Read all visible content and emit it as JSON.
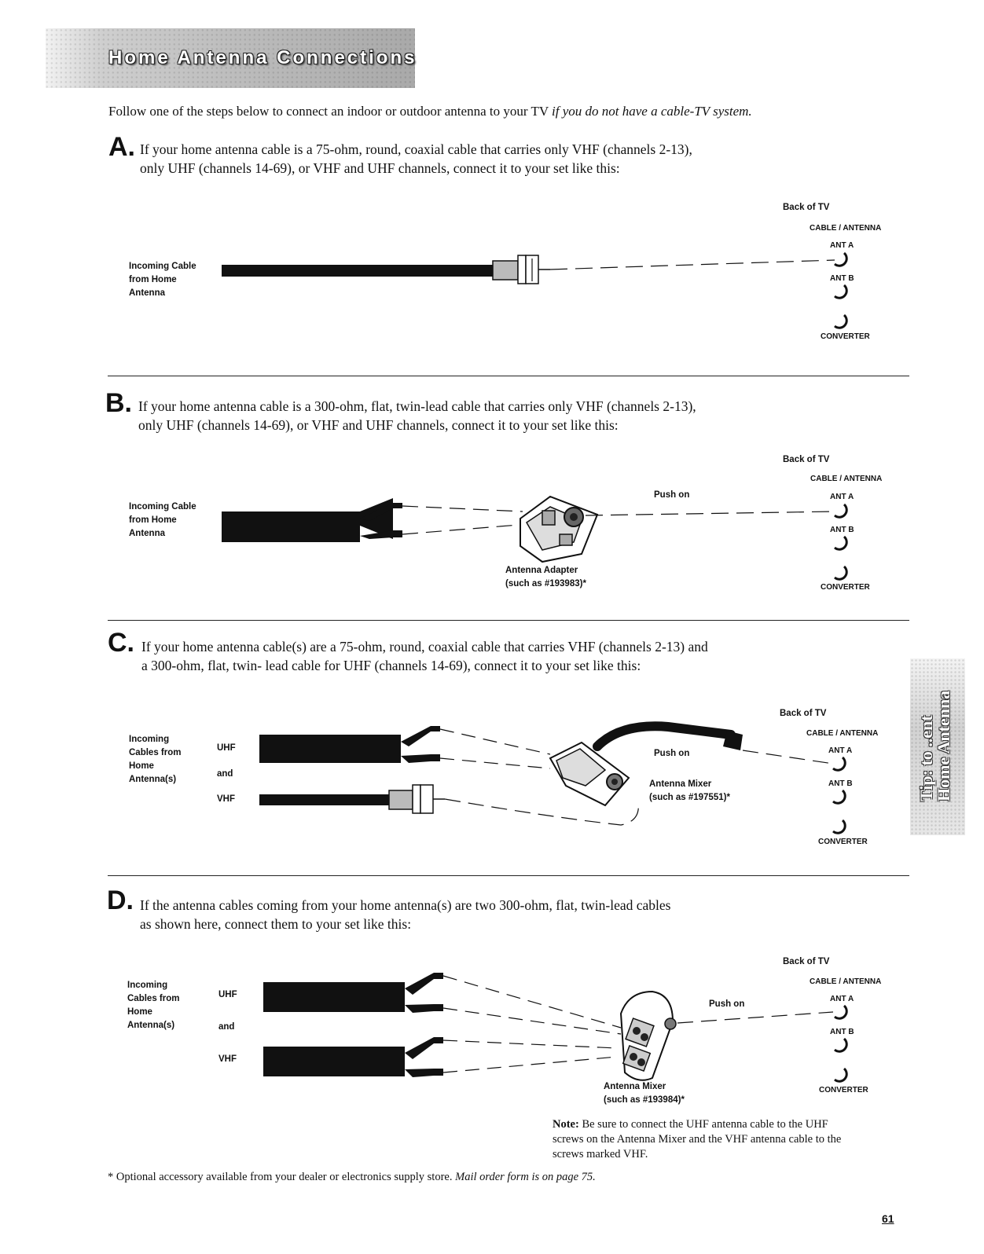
{
  "header": {
    "title": "Home Antenna Connections"
  },
  "intro": {
    "text": "Follow one of the steps below to connect an indoor or outdoor antenna to your TV ",
    "italic": "if you do not have a cable-TV system."
  },
  "side_tab": {
    "line1": "Tip: to ..ent",
    "line2": "Home Antenna"
  },
  "tv_labels": {
    "back": "Back of TV",
    "cable_antenna": "CABLE / ANTENNA",
    "ant_a": "ANT A",
    "ant_b": "ANT B",
    "converter": "CONVERTER"
  },
  "steps": {
    "a": {
      "letter": "A.",
      "line1": "If your home antenna cable is a 75-ohm, round, coaxial cable that carries only VHF (channels 2-13),",
      "line2": "only UHF (channels 14-69), or VHF and UHF channels, connect it to your set like this:",
      "cable_label": [
        "Incoming Cable",
        "from Home",
        "Antenna"
      ]
    },
    "b": {
      "letter": "B.",
      "line1": "If your home antenna cable is a 300-ohm, flat, twin-lead cable that carries only VHF (channels 2-13),",
      "line2": "only UHF (channels 14-69), or VHF and UHF channels, connect it to your set like this:",
      "cable_label": [
        "Incoming Cable",
        "from Home",
        "Antenna"
      ],
      "push_on": "Push on",
      "adapter_1": "Antenna Adapter",
      "adapter_2": "(such as #193983)*"
    },
    "c": {
      "letter": "C.",
      "line1": "If your home antenna cable(s) are a 75-ohm, round, coaxial cable that carries VHF (channels 2-13) and",
      "line2": "a 300-ohm, flat, twin- lead cable for UHF (channels 14-69), connect it to your set like this:",
      "cable_label": [
        "Incoming",
        "Cables from",
        "Home",
        "Antenna(s)"
      ],
      "uhf": "UHF",
      "and": "and",
      "vhf": "VHF",
      "push_on": "Push on",
      "mixer_1": "Antenna Mixer",
      "mixer_2": "(such as #197551)*"
    },
    "d": {
      "letter": "D.",
      "line1": "If the antenna cables coming from your home antenna(s) are two 300-ohm, flat, twin-lead cables",
      "line2": "as shown here, connect them to your set like this:",
      "cable_label": [
        "Incoming",
        "Cables from",
        "Home",
        "Antenna(s)"
      ],
      "uhf": "UHF",
      "and": "and",
      "vhf": "VHF",
      "push_on": "Push on",
      "mixer_1": "Antenna Mixer",
      "mixer_2": "(such as #193984)*"
    }
  },
  "note": {
    "bold": "Note:",
    "text": " Be sure to connect the UHF antenna cable to the UHF screws on the Antenna Mixer and the VHF antenna cable to the screws marked VHF."
  },
  "footnote": {
    "text": "* Optional accessory available from your dealer or electronics supply store. ",
    "italic": "Mail order form is on page 75."
  },
  "page_number": "61"
}
